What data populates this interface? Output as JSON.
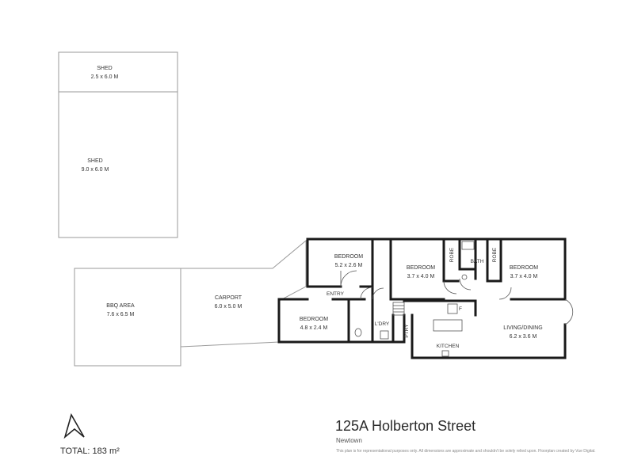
{
  "rooms": {
    "shed_small": {
      "name": "SHED",
      "dims": "2.5 x 6.0 M"
    },
    "shed_large": {
      "name": "SHED",
      "dims": "9.0 x 6.0 M"
    },
    "bbq": {
      "name": "BBQ AREA",
      "dims": "7.6 x 6.5 M"
    },
    "carport": {
      "name": "CARPORT",
      "dims": "6.0 x 5.0 M"
    },
    "bedroom1": {
      "name": "BEDROOM",
      "dims": "5.2 x 2.6 M"
    },
    "bedroom2": {
      "name": "BEDROOM",
      "dims": "3.7 x 4.0 M"
    },
    "bedroom3": {
      "name": "BEDROOM",
      "dims": "3.7 x 4.0 M"
    },
    "bedroom4": {
      "name": "BEDROOM",
      "dims": "4.8 x 2.4 M"
    },
    "living": {
      "name": "LIVING/DINING",
      "dims": "6.2 x 3.6 M"
    },
    "kitchen": {
      "name": "KITCHEN"
    },
    "entry": {
      "name": "ENTRY"
    },
    "laundry": {
      "name": "L'DRY"
    },
    "pantry": {
      "name": "PTRY"
    },
    "bath": {
      "name": "BATH"
    },
    "robe1": {
      "name": "ROBE"
    },
    "robe2": {
      "name": "ROBE"
    },
    "fridge": {
      "name": "F"
    }
  },
  "footer": {
    "address": "125A Holberton Street",
    "suburb": "Newtown",
    "disclaimer": "This plan is for representational purposes only. All dimensions are approximate and shouldn't be solely relied upon. Floorplan created by Vue Digital.",
    "total": "TOTAL: 183 m²"
  },
  "icons": {
    "north": "north-arrow-icon"
  },
  "colors": {
    "wall": "#1a1a1a",
    "outline": "#9a9a9a"
  }
}
